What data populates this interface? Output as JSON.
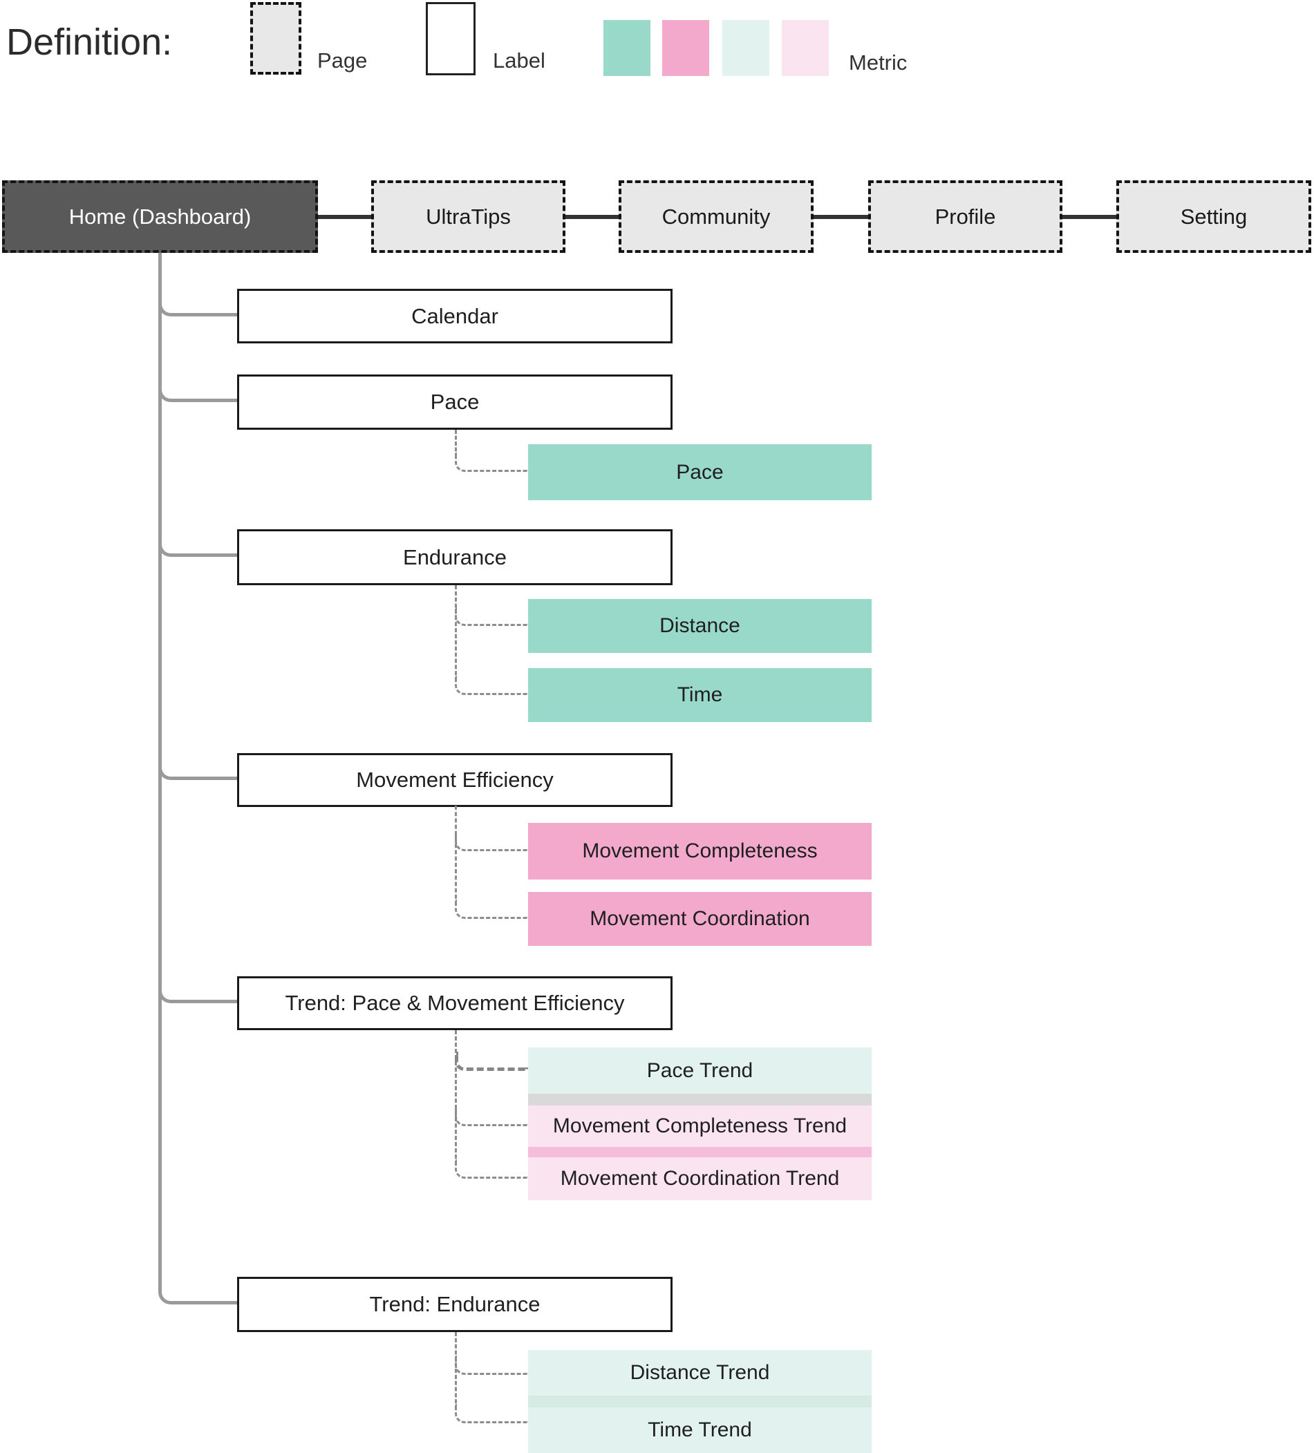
{
  "legend": {
    "title": "Definition:",
    "page_label": "Page",
    "label_label": "Label",
    "metric_label": "Metric"
  },
  "nav": {
    "home": "Home (Dashboard)",
    "ultratips": "UltraTips",
    "community": "Community",
    "profile": "Profile",
    "setting": "Setting"
  },
  "sections": {
    "calendar": {
      "label": "Calendar"
    },
    "pace": {
      "label": "Pace",
      "metrics": {
        "pace": "Pace"
      }
    },
    "endurance": {
      "label": "Endurance",
      "metrics": {
        "distance": "Distance",
        "time": "Time"
      }
    },
    "movement_efficiency": {
      "label": "Movement Efficiency",
      "metrics": {
        "completeness": "Movement Completeness",
        "coordination": "Movement Coordination"
      }
    },
    "trend_pace_movement_efficiency": {
      "label": "Trend: Pace & Movement Efficiency",
      "metrics": {
        "pace_trend": "Pace Trend",
        "completeness_trend": "Movement Completeness Trend",
        "coordination_trend": "Movement Coordination Trend"
      }
    },
    "trend_endurance": {
      "label": "Trend: Endurance",
      "metrics": {
        "distance_trend": "Distance Trend",
        "time_trend": "Time Trend"
      }
    }
  },
  "colors": {
    "metric_teal": "#99d9ca",
    "metric_pink": "#f2a9cc",
    "metric_light_teal": "#e2f2ee",
    "metric_light_pink": "#fae4ef",
    "page_fill": "#e8e8e8",
    "home_fill": "#595959",
    "connector_gray": "#9a9a9a"
  }
}
